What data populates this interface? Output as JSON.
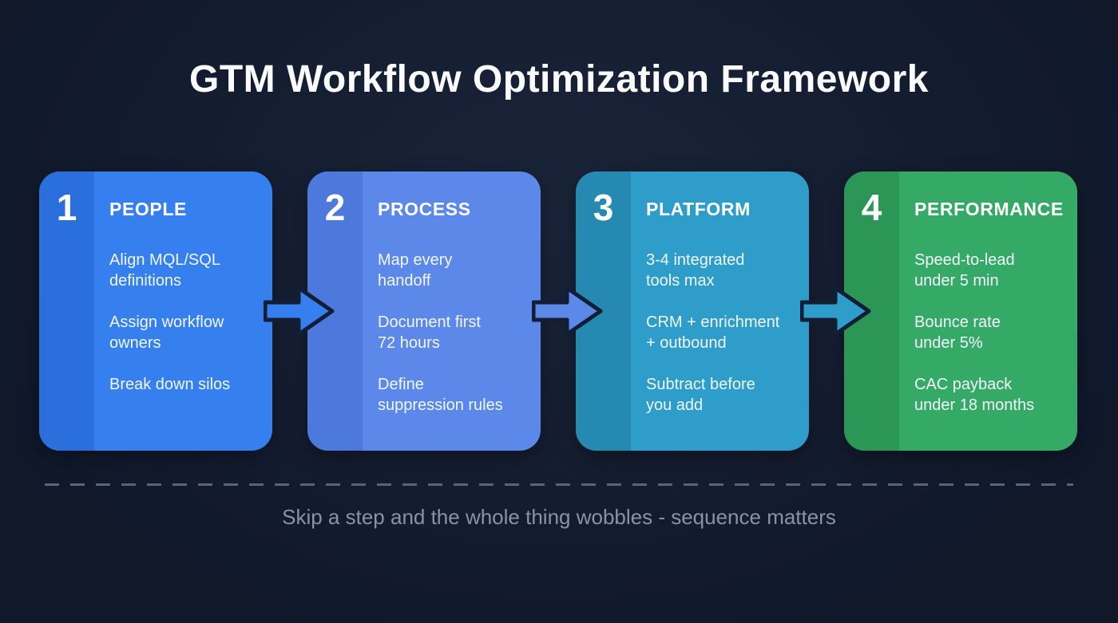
{
  "title": "GTM Workflow Optimization Framework",
  "background_color": "#131d33",
  "steps": [
    {
      "number": "1",
      "label": "PEOPLE",
      "items": [
        "Align MQL/SQL\ndefinitions",
        "Assign workflow\nowners",
        "Break down silos"
      ],
      "body_color": "#3580ee",
      "strip_color": "#2b6fdd"
    },
    {
      "number": "2",
      "label": "PROCESS",
      "items": [
        "Map every\nhandoff",
        "Document first\n72 hours",
        "Define\nsuppression rules"
      ],
      "body_color": "#5c88ea",
      "strip_color": "#4d79dc"
    },
    {
      "number": "3",
      "label": "PLATFORM",
      "items": [
        "3-4 integrated\ntools max",
        "CRM + enrichment\n+ outbound",
        "Subtract before\nyou add"
      ],
      "body_color": "#2e9dc9",
      "strip_color": "#2689b2"
    },
    {
      "number": "4",
      "label": "PERFORMANCE",
      "items": [
        "Speed-to-lead\nunder 5 min",
        "Bounce rate\nunder 5%",
        "CAC payback\nunder 18 months"
      ],
      "body_color": "#35aa66",
      "strip_color": "#2c9657"
    }
  ],
  "arrows": [
    {
      "color": "#3580ee"
    },
    {
      "color": "#5c88ea"
    },
    {
      "color": "#2e9dc9"
    }
  ],
  "footer": {
    "note": "Skip a step and the whole thing wobbles - sequence matters"
  }
}
